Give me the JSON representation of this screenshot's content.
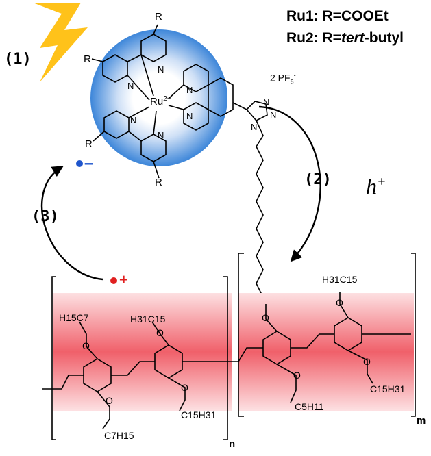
{
  "legend": {
    "ru1_label": "Ru1:",
    "ru1_value": "R=COOEt",
    "ru2_label": "Ru2:",
    "ru2_prefix": "R=",
    "ru2_italic": "tert",
    "ru2_suffix": "-butyl"
  },
  "steps": {
    "s1": "(1)",
    "s2": "(2)",
    "s3": "(3)"
  },
  "charges": {
    "electron": "•–",
    "hole": "•+"
  },
  "hole_symbol": {
    "base": "h",
    "sup": "+"
  },
  "counterion": {
    "prefix": "2 PF",
    "sub": "6",
    "sup": "-"
  },
  "metal": {
    "symbol": "Ru",
    "charge": "2+"
  },
  "atoms": {
    "R": "R",
    "N": "N",
    "O": "O"
  },
  "chains": {
    "c7h15_top": "H15C7",
    "h31c15_left": "H31C15",
    "c15h31_left": "C15H31",
    "c7h15_bottom": "C7H15",
    "h31c15_right": "H31C15",
    "c15h31_right": "C15H31",
    "c5h11": "C5H11"
  },
  "subscripts": {
    "n": "n",
    "m": "m"
  },
  "colors": {
    "lightning": "#ffc21a",
    "disk_center": "#ffffff",
    "disk_edge": "#3d86d9",
    "electron": "#1f55cc",
    "hole": "#e02020",
    "box_fill": "#f0606a",
    "box_edge": "#fde0e2"
  }
}
